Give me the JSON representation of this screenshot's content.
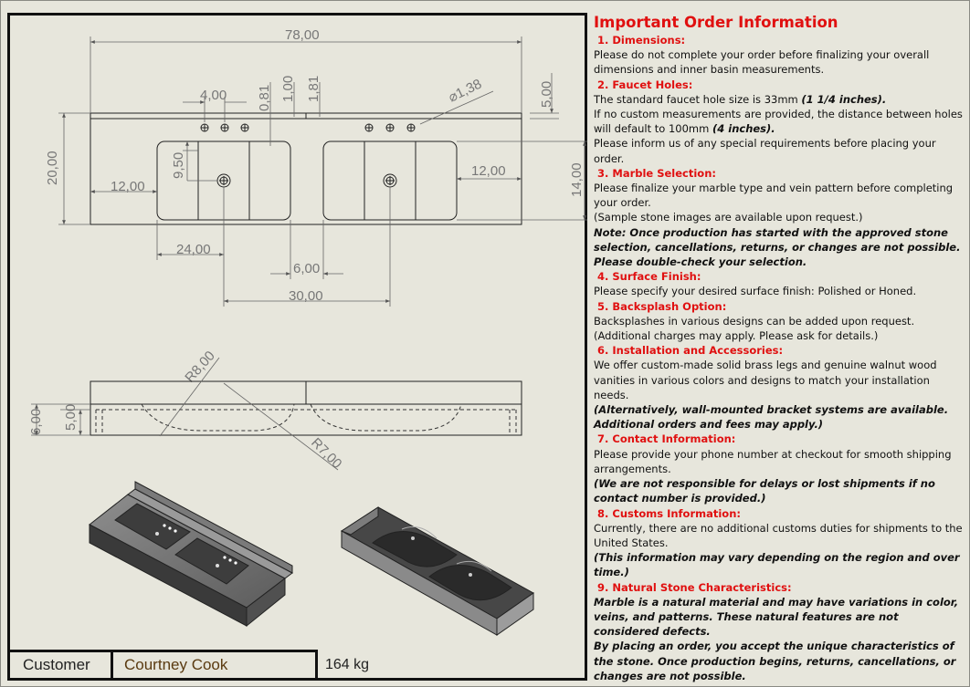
{
  "drawing": {
    "dimensions": {
      "overall_length": "78,00",
      "hole_spacing": "4,00",
      "d_081": "0,81",
      "d_100": "1,00",
      "d_181": "1,81",
      "hole_diameter": "⌀1,38",
      "backsplash_height": "5,00",
      "depth": "20,00",
      "basin_depth_offset": "9,50",
      "left_margin": "12,00",
      "right_margin": "12,00",
      "basin_width": "14,00",
      "drain_left": "24,00",
      "center_gap": "6,00",
      "drain_spacing": "30,00",
      "radius_large": "R8,00",
      "radius_small": "R7,00",
      "side_height": "6,00",
      "side_inner": "5,00"
    }
  },
  "title_block": {
    "customer_label": "Customer",
    "customer_name": "Courtney Cook",
    "weight": "164 kg"
  },
  "info": {
    "title": "Important Order Information",
    "sections": [
      {
        "heading": "1. Dimensions:",
        "lines": [
          {
            "t": "Please do not complete your order before finalizing your overall dimensions and inner basin measurements."
          }
        ]
      },
      {
        "heading": "2. Faucet Holes:",
        "lines": [
          {
            "t": "The standard faucet hole size is 33mm ",
            "em": "(1 1/4 inches)."
          },
          {
            "t": "If no custom measurements are provided, the distance between holes will default to 100mm ",
            "em": "(4 inches)."
          },
          {
            "t": "Please inform us of any special requirements before placing your order."
          }
        ]
      },
      {
        "heading": "3. Marble Selection:",
        "lines": [
          {
            "t": "Please finalize your marble type and vein pattern before completing your order."
          },
          {
            "t": "(Sample stone images are available upon request.)"
          },
          {
            "i": "Note: Once production has started with the approved stone selection, cancellations, returns, or changes are not possible. Please double-check your selection."
          }
        ]
      },
      {
        "heading": "4. Surface Finish:",
        "lines": [
          {
            "t": "Please specify your desired surface finish: Polished or Honed."
          }
        ]
      },
      {
        "heading": "5. Backsplash Option:",
        "lines": [
          {
            "t": "Backsplashes in various designs can be added upon request."
          },
          {
            "t": "(Additional charges may apply. Please ask for details.)"
          }
        ]
      },
      {
        "heading": "6. Installation and Accessories:",
        "lines": [
          {
            "t": "We offer custom-made solid brass legs and genuine walnut wood vanities in various colors and designs to match your installation needs."
          },
          {
            "i": "(Alternatively, wall-mounted bracket systems are available. Additional orders and fees may apply.)"
          }
        ]
      },
      {
        "heading": "7. Contact Information:",
        "lines": [
          {
            "t": "Please provide your phone number at checkout for smooth shipping arrangements."
          },
          {
            "i": "(We are not responsible for delays or lost shipments if no contact number is provided.)"
          }
        ]
      },
      {
        "heading": "8. Customs Information:",
        "lines": [
          {
            "t": "Currently, there are no additional customs duties for shipments to the United States."
          },
          {
            "i": "(This information may vary depending on the region and over time.)"
          }
        ]
      },
      {
        "heading": "9. Natural Stone Characteristics:",
        "lines": [
          {
            "i": "Marble is a natural material and may have variations in color, veins, and patterns. These natural features are not considered defects."
          },
          {
            "i": "By placing an order, you accept the unique characteristics of the stone. Once production begins, returns, cancellations, or changes are not possible."
          }
        ]
      }
    ]
  }
}
